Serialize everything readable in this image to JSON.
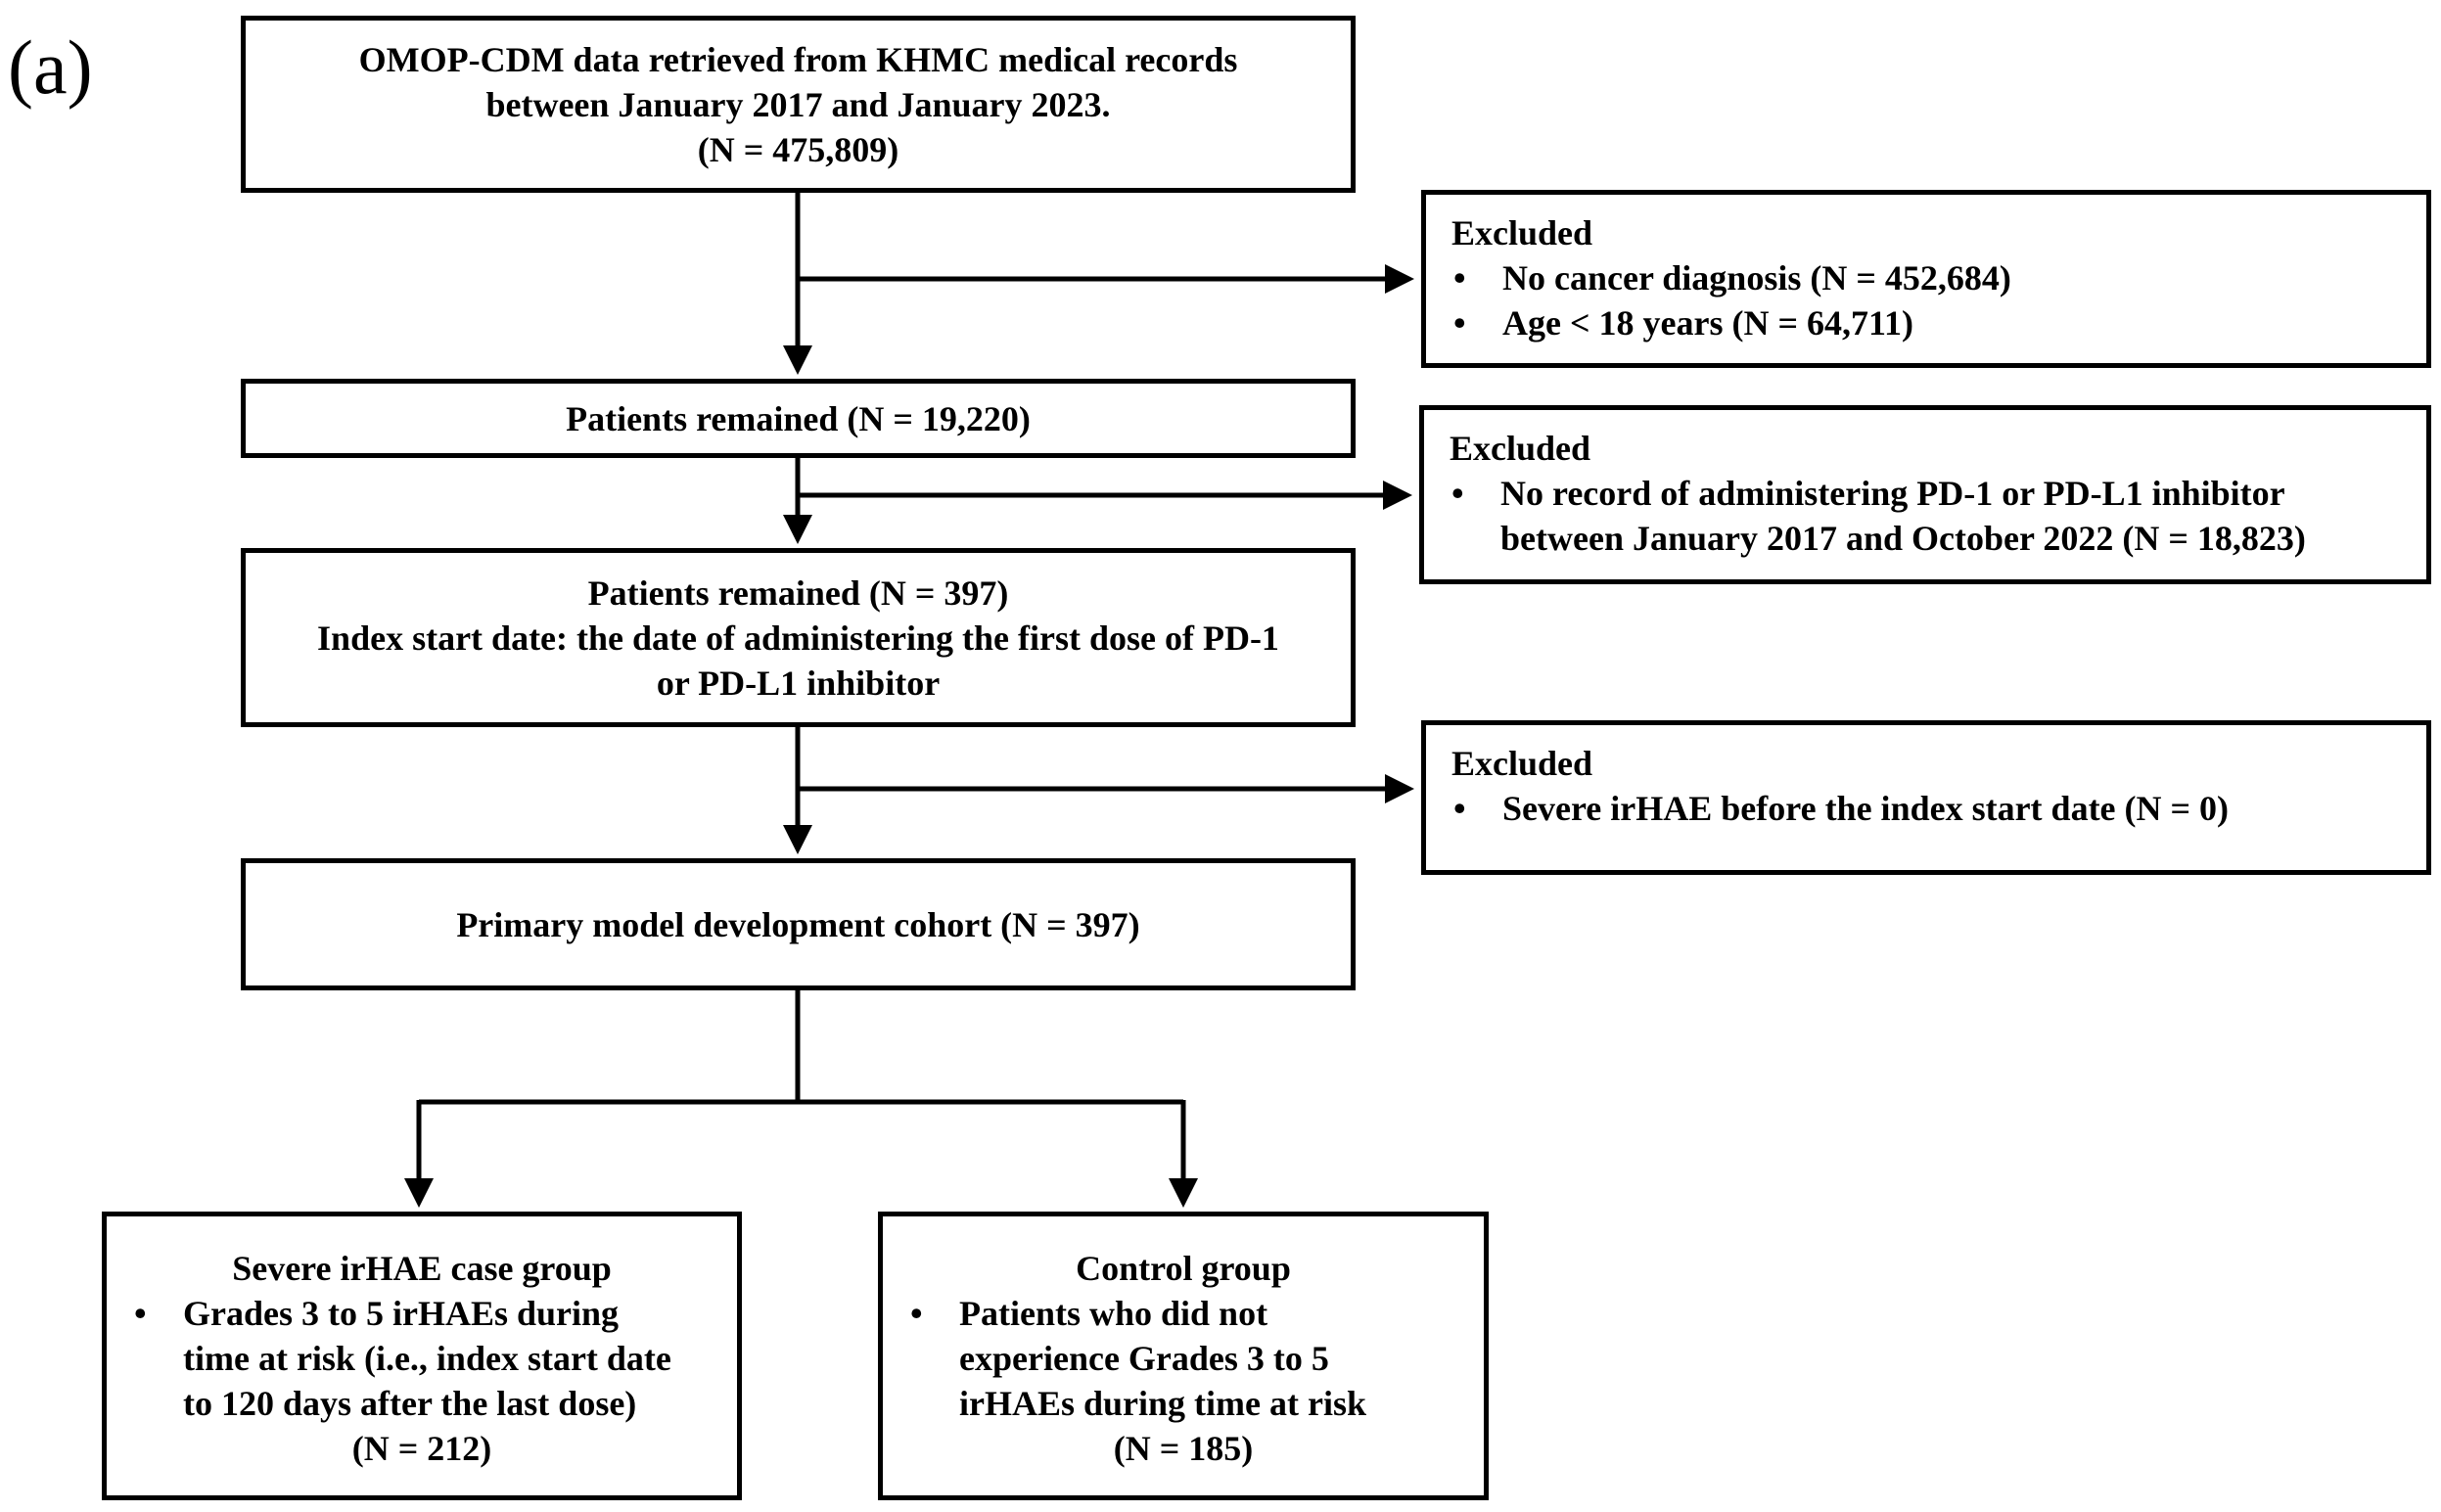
{
  "panel_label": "(a)",
  "source_box": {
    "lines": [
      "OMOP-CDM data retrieved from KHMC medical records",
      "between January 2017 and January 2023.",
      "(N = 475,809)"
    ]
  },
  "exclusion_1": {
    "heading": "Excluded",
    "bullets": [
      {
        "lines": [
          "No cancer diagnosis (N = 452,684)"
        ]
      },
      {
        "lines": [
          "Age < 18 years (N = 64,711)"
        ]
      }
    ]
  },
  "remained_1": {
    "lines": [
      "Patients remained (N = 19,220)"
    ]
  },
  "exclusion_2": {
    "heading": "Excluded",
    "bullets": [
      {
        "lines": [
          "No record of administering PD-1 or PD-L1 inhibitor",
          "between January 2017 and October 2022 (N = 18,823)"
        ]
      }
    ]
  },
  "remained_2": {
    "lines": [
      "Patients remained (N = 397)",
      "Index start date: the date of administering the first dose of PD-1",
      "or PD-L1 inhibitor"
    ]
  },
  "exclusion_3": {
    "heading": "Excluded",
    "bullets": [
      {
        "lines": [
          "Severe irHAE before the index start date (N = 0)"
        ]
      }
    ]
  },
  "cohort": {
    "lines": [
      "Primary model development cohort (N = 397)"
    ]
  },
  "case_group": {
    "heading": "Severe irHAE case group",
    "bullet_lines": [
      "Grades 3 to 5 irHAEs during",
      "time at risk (i.e., index start date",
      "to 120 days after the last dose)"
    ],
    "count": "(N = 212)"
  },
  "control_group": {
    "heading": "Control group",
    "bullet_lines": [
      "Patients who did not",
      "experience Grades 3 to 5",
      "irHAEs during time at risk"
    ],
    "count": "(N = 185)"
  },
  "bullet_glyph": "•"
}
